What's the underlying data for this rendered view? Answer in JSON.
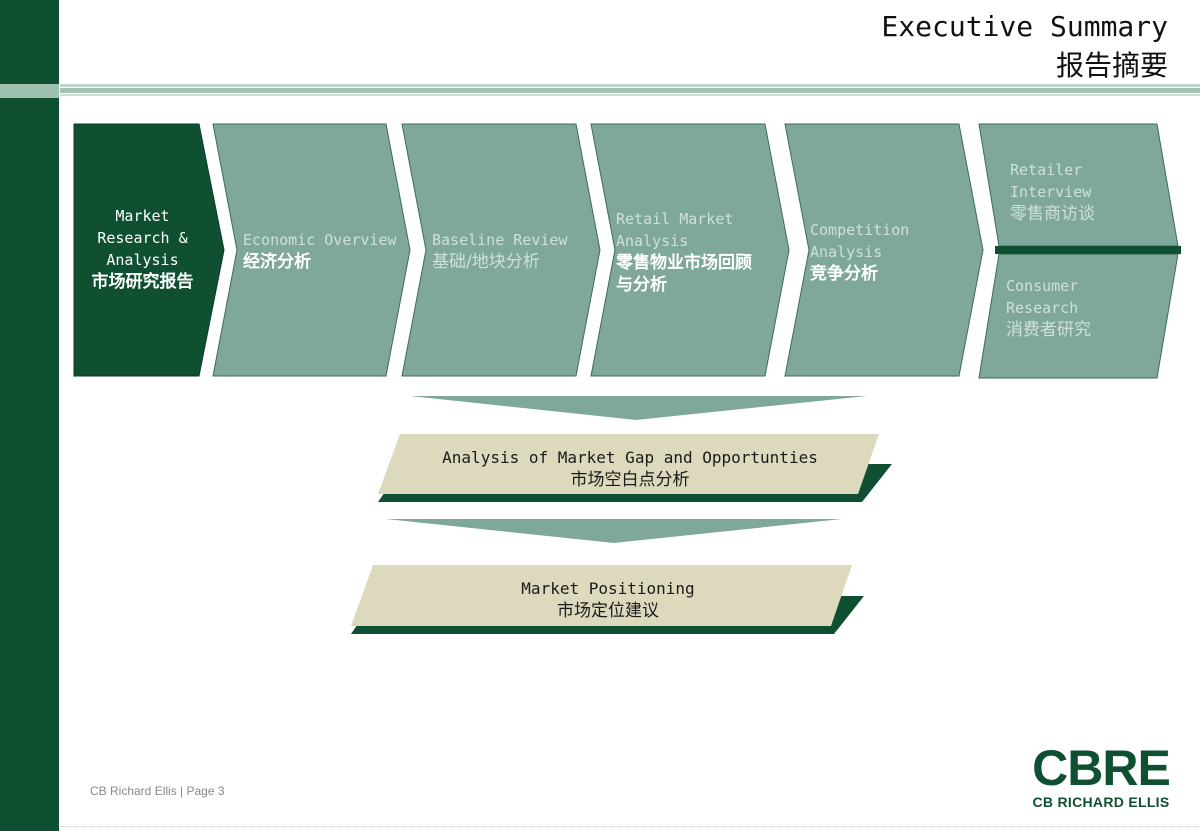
{
  "header": {
    "title_en": "Executive Summary",
    "title_cn": "报告摘要"
  },
  "steps": [
    {
      "en_lines": [
        "Market",
        "Research &",
        "Analysis"
      ],
      "cn_lines": [
        "市场研究报告"
      ],
      "active": true
    },
    {
      "en_lines": [
        "Economic Overview"
      ],
      "cn_lines": [
        "经济分析"
      ]
    },
    {
      "en_lines": [
        "Baseline Review"
      ],
      "cn_lines": [
        "基础/地块分析"
      ]
    },
    {
      "en_lines": [
        "Retail Market",
        "Analysis"
      ],
      "cn_lines": [
        "零售物业市场回顾",
        "与分析"
      ]
    },
    {
      "en_lines": [
        "Competition",
        "Analysis"
      ],
      "cn_lines": [
        "竞争分析"
      ]
    },
    {
      "en_lines": [
        "Retailer",
        "Interview"
      ],
      "cn_lines": [
        "零售商访谈"
      ]
    },
    {
      "en_lines": [
        "Consumer",
        "Research"
      ],
      "cn_lines": [
        "消费者研究"
      ]
    }
  ],
  "results": [
    {
      "en": "Analysis of Market Gap and Opportunties",
      "cn": "市场空白点分析"
    },
    {
      "en": "Market Positioning",
      "cn": "市场定位建议"
    }
  ],
  "footer": {
    "text": "CB Richard Ellis | Page 3"
  },
  "logo": {
    "mark": "CBRE",
    "name": "CB RICHARD ELLIS"
  },
  "colors": {
    "dark_green": "#0f5033",
    "step_green": "#7fa89a",
    "beige": "#dcd9bd",
    "band": "#a4c0b2"
  }
}
